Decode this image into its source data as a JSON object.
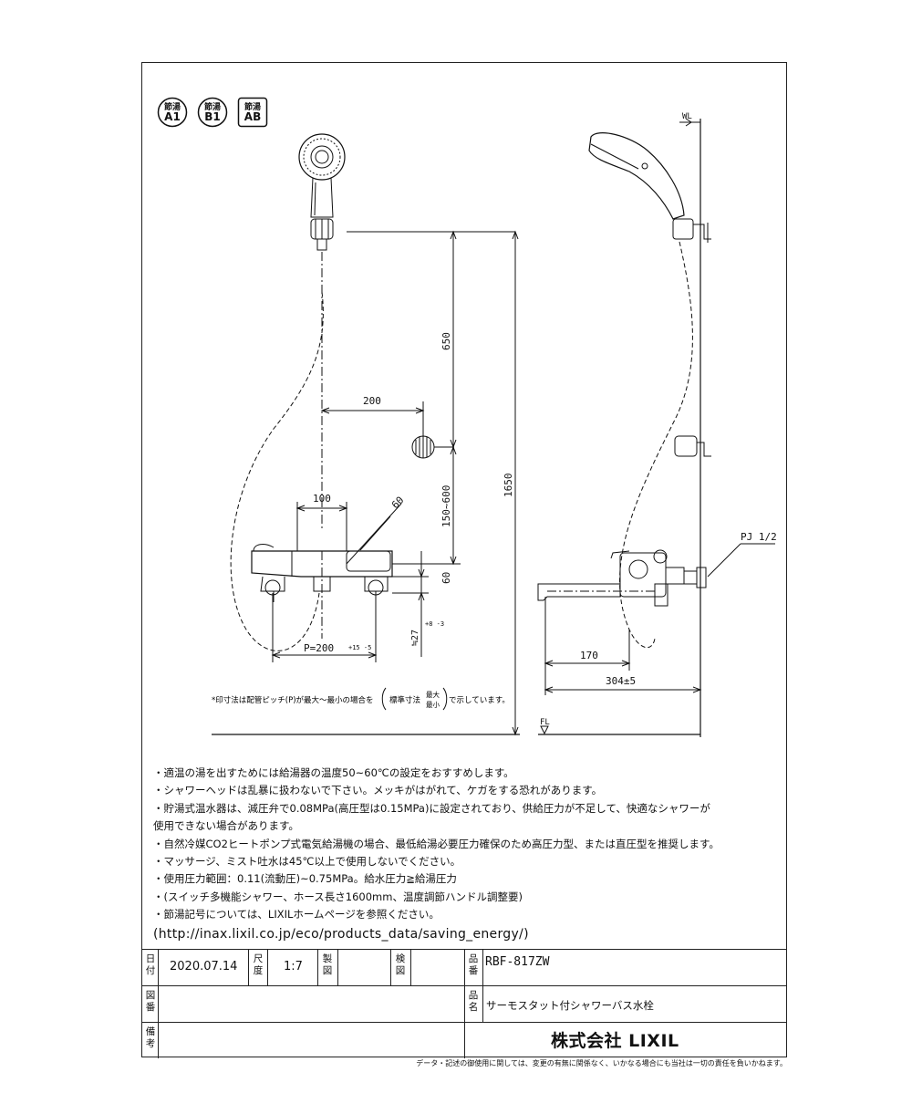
{
  "badges": [
    {
      "top": "節湯",
      "bottom": "A1"
    },
    {
      "top": "節湯",
      "bottom": "B1"
    },
    {
      "top": "節湯",
      "bottom": "AB"
    }
  ],
  "dimensions": {
    "d650": "650",
    "d200": "200",
    "d1650": "1650",
    "d100": "100",
    "d60a": "60",
    "d150_600": "150~600",
    "d60b": "60",
    "d27": "≒27",
    "d27_range": "+8 -3",
    "pitch": "P=200",
    "pitch_range": "+15 -5",
    "d170": "170",
    "d304": "304±5",
    "pj": "PJ 1/2",
    "wl": "WL",
    "fl": "FL"
  },
  "pitch_note": {
    "prefix": "*印寸法は配管ピッチ(P)が最大～最小の場合を",
    "std": "標準寸法",
    "max": "最大",
    "min": "最小",
    "suffix": "で示しています。"
  },
  "notes": [
    "・適温の湯を出すためには給湯器の温度50~60℃の設定をおすすめします。",
    "・シャワーヘッドは乱暴に扱わないで下さい。メッキがはがれて、ケガをする恐れがあります。",
    "・貯湯式温水器は、減圧弁で0.08MPa(高圧型は0.15MPa)に設定されており、供給圧力が不足して、快適なシャワーが",
    "使用できない場合があります。",
    "・自然冷媒CO2ヒートポンプ式電気給湯機の場合、最低給湯必要圧力確保のため高圧力型、または直圧型を推奨します。",
    "・マッサージ、ミスト吐水は45℃以上で使用しないでください。",
    "・使用圧力範囲：0.11(流動圧)~0.75MPa。給水圧力≧給湯圧力",
    "・(スイッチ多機能シャワー、ホース長さ1600mm、温度調節ハンドル調整要)",
    "・節湯記号については、LIXILホームページを参照ください。"
  ],
  "url": "(http://inax.lixil.co.jp/eco/products_data/saving_energy/)",
  "title_block": {
    "date_label": "日付",
    "date": "2020.07.14",
    "scale_label": "尺度",
    "scale": "1:7",
    "drawn_label": "製図",
    "check_label": "検図",
    "product_no_label": "品番",
    "product_no": "RBF-817ZW",
    "drawing_no_label": "図番",
    "product_name_label": "品名",
    "product_name": "サーモスタット付シャワーバス水栓",
    "remarks_label": "備考",
    "company": "株式会社 LIXIL"
  },
  "footer": "データ・記述の御使用に関しては、変更の有無に関係なく、いかなる場合にも当社は一切の責任を負いかねます。"
}
